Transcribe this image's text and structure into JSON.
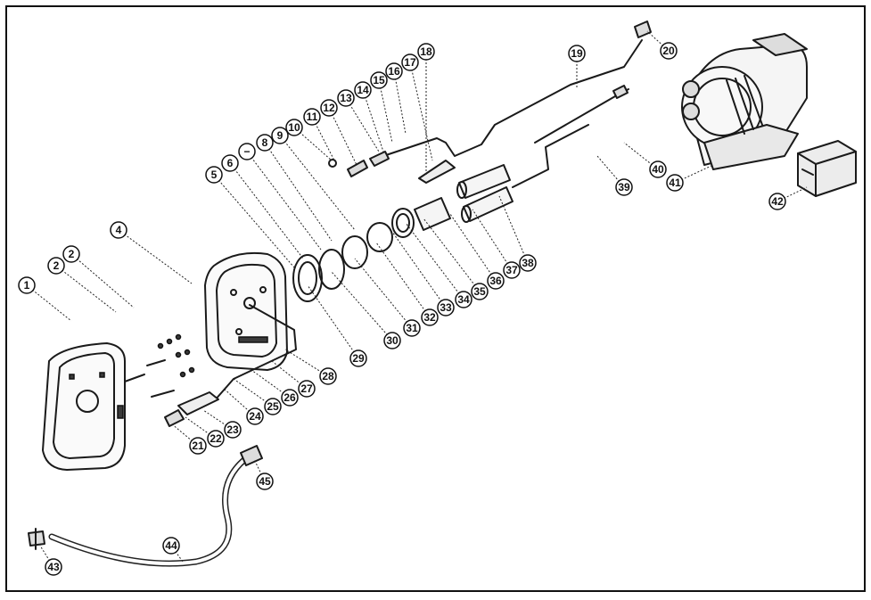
{
  "callouts": [
    {
      "label": "1"
    },
    {
      "label": "2"
    },
    {
      "label": "2"
    },
    {
      "label": "4"
    },
    {
      "label": "5"
    },
    {
      "label": "6"
    },
    {
      "label": "−"
    },
    {
      "label": "8"
    },
    {
      "label": "9"
    },
    {
      "label": "10"
    },
    {
      "label": "11"
    },
    {
      "label": "12"
    },
    {
      "label": "13"
    },
    {
      "label": "14"
    },
    {
      "label": "15"
    },
    {
      "label": "16"
    },
    {
      "label": "17"
    },
    {
      "label": "18"
    },
    {
      "label": "19"
    },
    {
      "label": "20"
    },
    {
      "label": "21"
    },
    {
      "label": "22"
    },
    {
      "label": "23"
    },
    {
      "label": "24"
    },
    {
      "label": "25"
    },
    {
      "label": "26"
    },
    {
      "label": "27"
    },
    {
      "label": "28"
    },
    {
      "label": "29"
    },
    {
      "label": "30"
    },
    {
      "label": "31"
    },
    {
      "label": "32"
    },
    {
      "label": "33"
    },
    {
      "label": "34"
    },
    {
      "label": "35"
    },
    {
      "label": "36"
    },
    {
      "label": "37"
    },
    {
      "label": "38"
    },
    {
      "label": "39"
    },
    {
      "label": "40"
    },
    {
      "label": "41"
    },
    {
      "label": "42"
    },
    {
      "label": "43"
    },
    {
      "label": "44"
    },
    {
      "label": "45"
    }
  ]
}
